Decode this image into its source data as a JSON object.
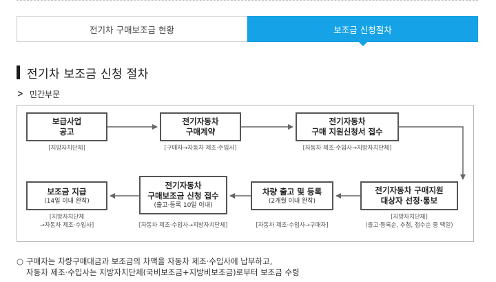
{
  "tabs": {
    "left_label": "전기차 구매보조금 현황",
    "right_label": "보조금 신청절차"
  },
  "section": {
    "title": "전기차 보조금 신청 절차"
  },
  "subhead": {
    "label": "민간부문"
  },
  "steps": [
    {
      "title1": "보급사업",
      "title2": "공고",
      "note": "[지방자치단체]"
    },
    {
      "title1": "전기자동차",
      "title2": "구매계약",
      "note": "[구매자→자동차 제조·수입사]"
    },
    {
      "title1": "전기자동차",
      "title2": "구매 지원신청서 접수",
      "note": "[자동차 제조·수입사→지방자치단체]"
    },
    {
      "title1": "전기자동차 구매지원",
      "title2": "대상자 선정·통보",
      "note1": "[지방자치단체]",
      "note2": "(출고·등록순, 추첨, 접수순 중 택일)"
    },
    {
      "title1": "차량 출고 및 등록",
      "sub": "(2개월 이내 완착)",
      "note": "[자동차 제조·수입사→구매자]"
    },
    {
      "title1": "전기자동차",
      "title2": "구매보조금 신청 접수",
      "sub": "(출고·등록 10일 이내)",
      "note": "[자동차 제조·수입사→지방자치단체]"
    },
    {
      "title1": "보조금 지급",
      "sub": "(14일 이내 완착)",
      "note1": "[지방자치단체",
      "note2": "→자동차 제조·수입사]"
    }
  ],
  "footnote": {
    "mark": "○",
    "line1": "구매자는 차량구매대금과 보조금의 차액을 자동차 제조·수입사에 납부하고,",
    "line2": "자동차 제조·수입사는 지방자치단체(국비보조금+지방비보조금)로부터 보조금 수령"
  },
  "colors": {
    "accent": "#15a2e6",
    "box_border": "#555555"
  }
}
